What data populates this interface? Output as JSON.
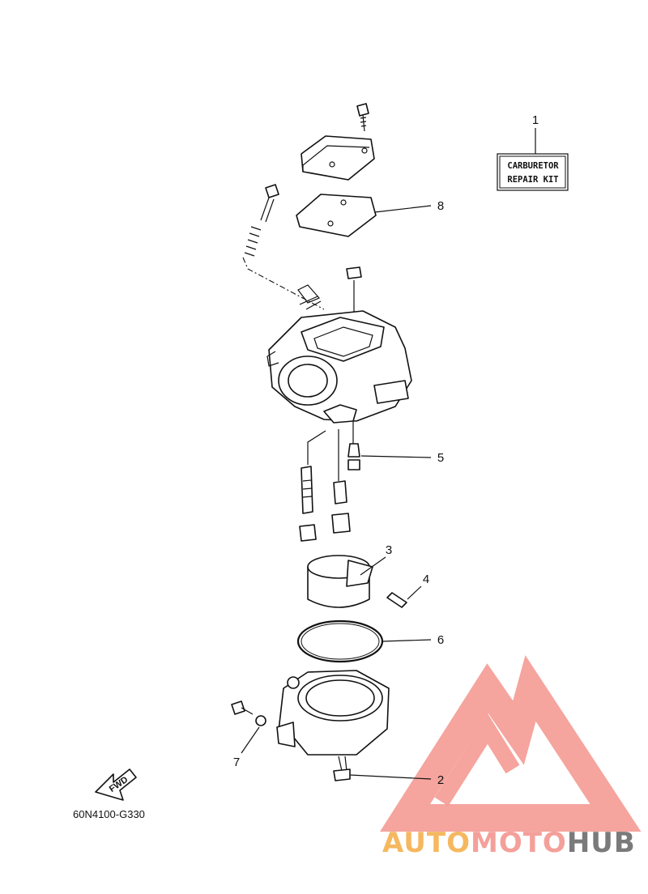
{
  "diagram": {
    "code": "60N4100-G330",
    "fwd_label": "FWD",
    "kit_label": [
      "CARBURETOR",
      "REPAIR KIT"
    ],
    "callouts": [
      "1",
      "2",
      "3",
      "4",
      "5",
      "6",
      "7",
      "8"
    ]
  },
  "watermark": {
    "part1": "AUTO",
    "part2": "MOTO",
    "part3": "HUB",
    "colors": {
      "auto": "#f5b860",
      "moto": "#f4a09a",
      "hub": "#7a7a7a",
      "logo": "#f49a94"
    }
  }
}
